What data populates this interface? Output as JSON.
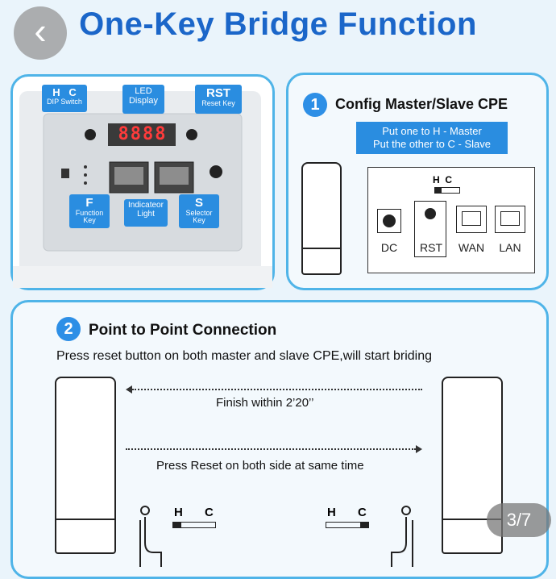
{
  "header": {
    "title": "One-Key Bridge Function",
    "back_label": "‹"
  },
  "device_panel": {
    "labels": {
      "dip": {
        "title": "H   C",
        "sub": "DIP Switch"
      },
      "led": {
        "title": "LED",
        "sub": "Display"
      },
      "rst": {
        "title": "RST",
        "sub": "Reset Key"
      },
      "f": {
        "title": "F",
        "sub": "Function Key"
      },
      "ind": {
        "title": "Indicateor",
        "sub": "Light"
      },
      "s": {
        "title": "S",
        "sub": "Selector Key"
      }
    },
    "led_digits": "8888"
  },
  "step1": {
    "number": "1",
    "title": "Config Master/Slave CPE",
    "note_line1": "Put one to H - Master",
    "note_line2": "Put the other to C - Slave",
    "switch_label": "H  C",
    "ports": [
      "DC",
      "RST",
      "WAN",
      "LAN"
    ]
  },
  "step2": {
    "number": "2",
    "title": "Point to Point Connection",
    "description": "Press reset button on both master and slave CPE,will start briding",
    "finish_text": "Finish within 2’20’’",
    "press_text": "Press Reset on both side at same time",
    "switch_left": {
      "h": "H",
      "c": "C"
    },
    "switch_right": {
      "h": "H",
      "c": "C"
    }
  },
  "pager": {
    "text": "3/7"
  },
  "colors": {
    "accent": "#1b66c9",
    "panel_border": "#4fb4e8",
    "label_bg": "#2a8de0"
  }
}
